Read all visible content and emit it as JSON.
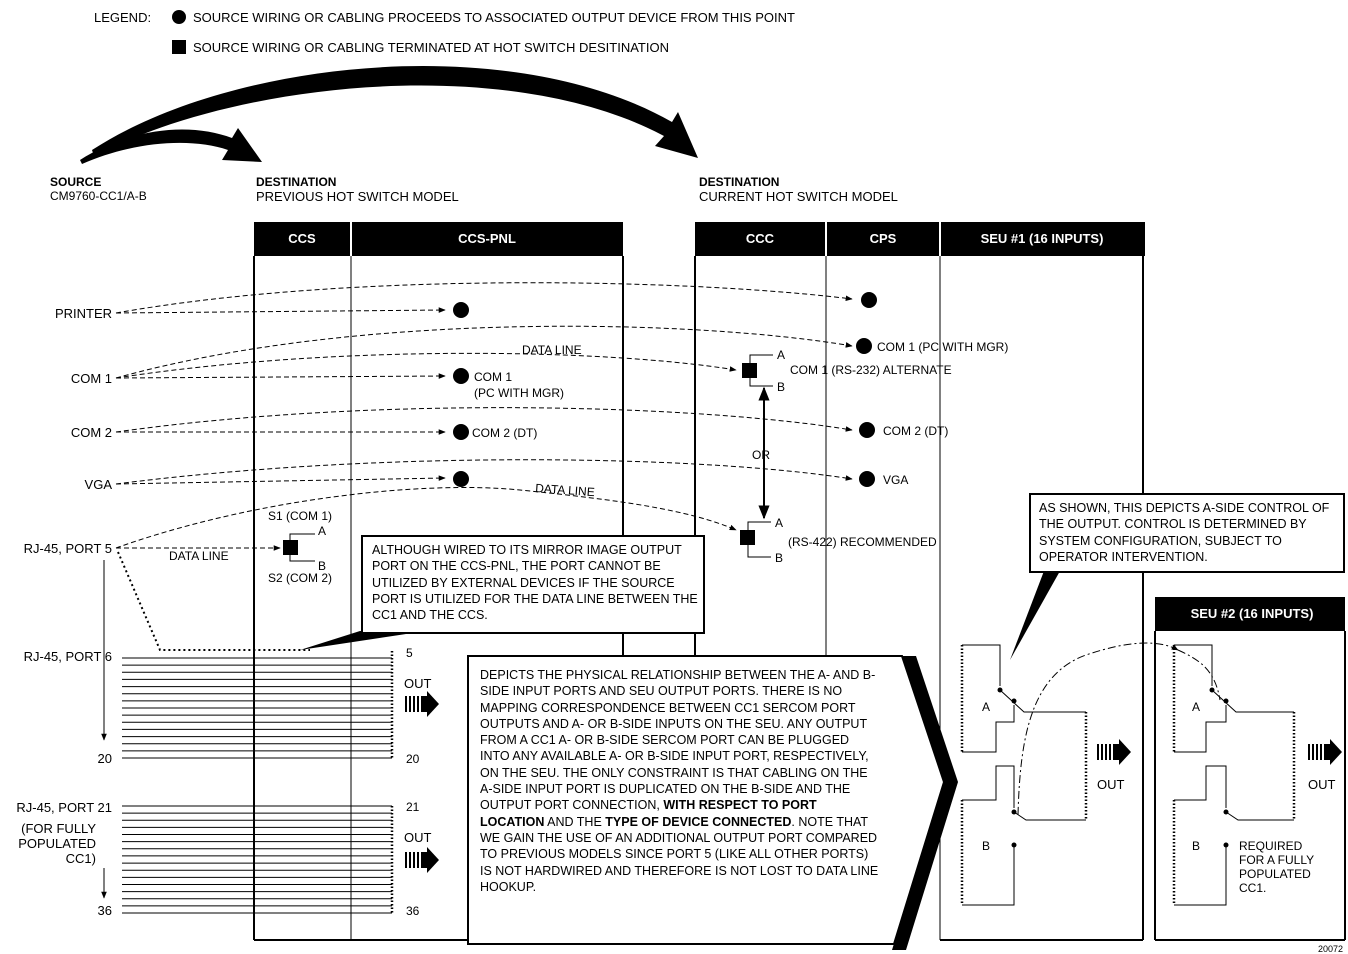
{
  "legend": {
    "title": "LEGEND:",
    "circle": "SOURCE WIRING OR CABLING PROCEEDS TO ASSOCIATED OUTPUT DEVICE FROM THIS POINT",
    "square": "SOURCE WIRING OR CABLING TERMINATED AT HOT SWITCH DESITINATION"
  },
  "source": {
    "title": "SOURCE",
    "model": "CM9760-CC1/A-B"
  },
  "dest_prev": {
    "title": "DESTINATION",
    "subtitle": "PREVIOUS HOT SWITCH MODEL"
  },
  "dest_curr": {
    "title": "DESTINATION",
    "subtitle": "CURRENT HOT SWITCH MODEL"
  },
  "columns": {
    "ccs": "CCS",
    "ccs_pnl": "CCS-PNL",
    "ccc": "CCC",
    "cps": "CPS",
    "seu1": "SEU #1 (16 INPUTS)",
    "seu2": "SEU #2 (16 INPUTS)"
  },
  "sources": {
    "printer": "PRINTER",
    "com1": "COM 1",
    "com2": "COM 2",
    "vga": "VGA",
    "rj45_5": "RJ-45, PORT 5",
    "rj45_6": "RJ-45, PORT 6",
    "p20": "20",
    "rj45_21": "RJ-45, PORT 21",
    "fully1": "(FOR FULLY",
    "fully2": "POPULATED",
    "fully3": "CC1)",
    "p36": "36"
  },
  "labels": {
    "data_line": "DATA LINE",
    "com1_pc_a": "COM 1",
    "com1_pc_b": "(PC WITH MGR)",
    "com2_dt": "COM 2 (DT)",
    "cps_com1": "COM 1 (PC WITH MGR)",
    "cps_com2": "COM 2 (DT)",
    "cps_vga": "VGA",
    "alt": "COM 1 (RS-232) ALTERNATE",
    "rec": "(RS-422) RECOMMENDED",
    "or": "OR",
    "a": "A",
    "b": "B",
    "s1": "S1 (COM 1)",
    "s2": "S2 (COM 2)",
    "out": "OUT",
    "n5": "5",
    "n20": "20",
    "n21": "21",
    "n36": "36",
    "required1": "REQUIRED",
    "required2": "FOR A FULLY",
    "required3": "POPULATED",
    "required4": "CC1.",
    "fig": "20072"
  },
  "callouts": {
    "mirror": "ALTHOUGH WIRED TO ITS MIRROR IMAGE OUTPUT PORT ON THE CCS-PNL, THE PORT CANNOT BE UTILIZED BY EXTERNAL DEVICES IF THE SOURCE PORT IS UTILIZED FOR THE DATA LINE BETWEEN THE CC1 AND THE CCS.",
    "aside": "AS SHOWN, THIS DEPICTS A-SIDE CONTROL OF THE OUTPUT. CONTROL IS DETERMINED BY SYSTEM CONFIGURATION, SUBJECT TO OPERATOR INTERVENTION.",
    "depicts_1": "DEPICTS THE PHYSICAL RELATIONSHIP BETWEEN THE A- AND B-SIDE INPUT PORTS AND SEU OUTPUT PORTS. THERE IS NO MAPPING CORRESPONDENCE BETWEEN CC1 SERCOM PORT OUTPUTS AND A- OR B-SIDE INPUTS ON THE SEU. ANY OUTPUT FROM A CC1 A- OR B-SIDE SERCOM PORT CAN BE PLUGGED INTO ANY AVAILABLE A- OR B-SIDE INPUT PORT, RESPECTIVELY, ON THE SEU. THE ONLY CONSTRAINT IS THAT CABLING ON THE A-SIDE INPUT PORT IS DUPLICATED ON THE B-SIDE AND THE OUTPUT PORT CONNECTION,",
    "depicts_b1": "WITH RESPECT TO PORT LOCATION",
    "depicts_2": "AND THE",
    "depicts_b2": "TYPE OF DEVICE CONNECTED",
    "depicts_3": ". NOTE THAT WE GAIN THE USE OF AN ADDITIONAL OUTPUT PORT COMPARED TO PREVIOUS MODELS SINCE PORT 5 (LIKE ALL OTHER PORTS) IS NOT HARDWIRED AND THEREFORE IS NOT LOST TO DATA LINE HOOKUP."
  }
}
